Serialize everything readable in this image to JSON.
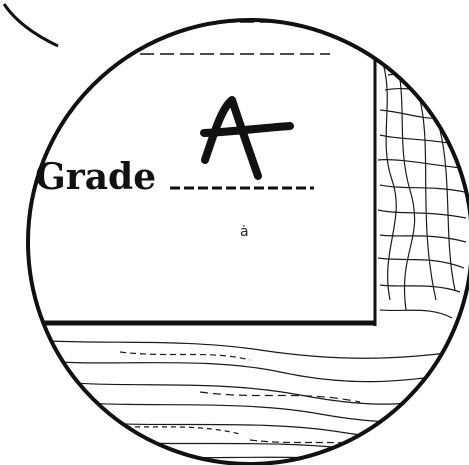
{
  "paper": {
    "grade_label": "Grade",
    "grade_value": "A",
    "small_mark": "ȧ"
  },
  "colors": {
    "ink": "#111111",
    "paper": "#ffffff",
    "wood_grain": "#1a1a1a"
  }
}
